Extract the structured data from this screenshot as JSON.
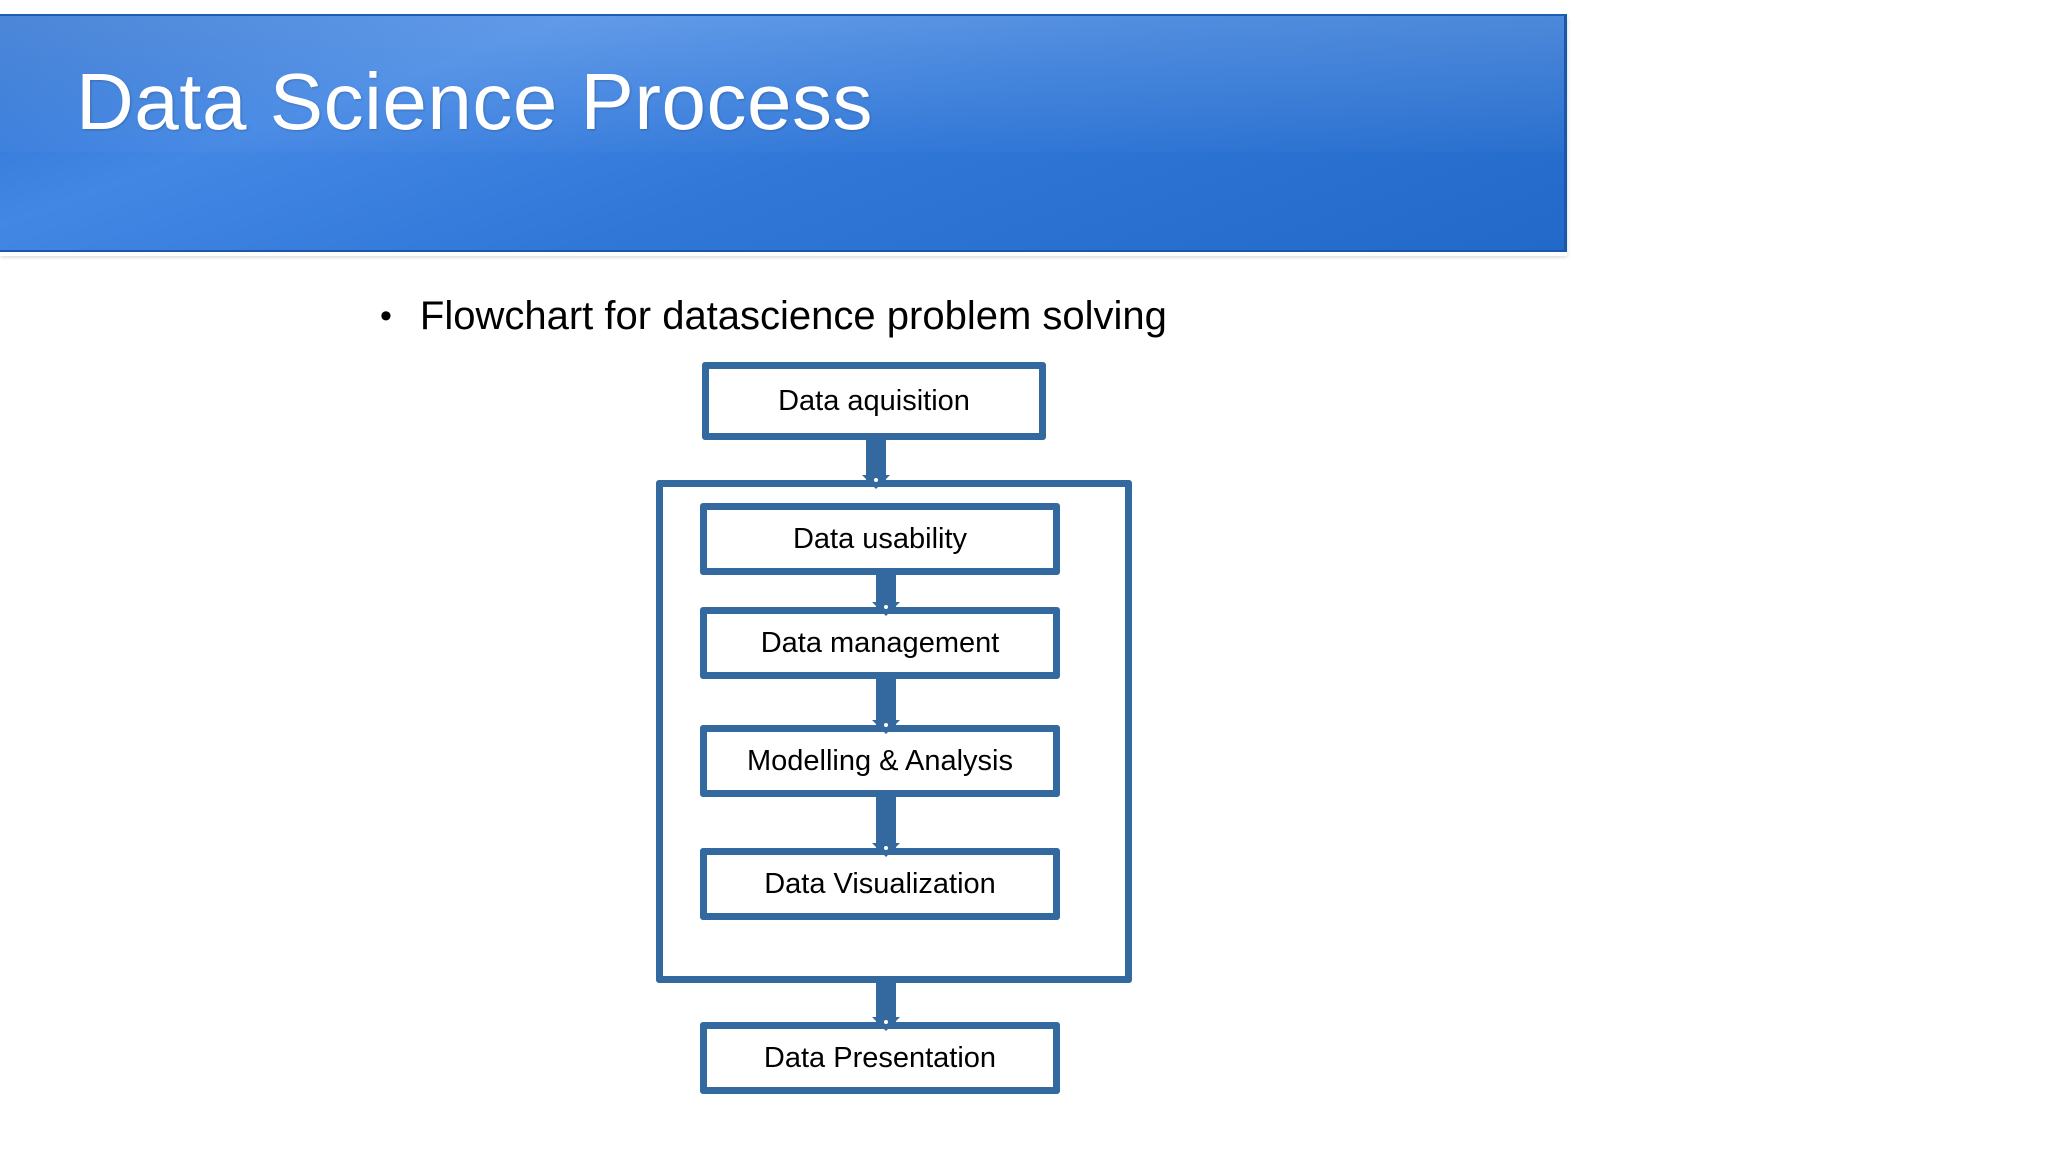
{
  "slide": {
    "title": "Data Science Process",
    "bullet_marker": "•",
    "bullet_text": "Flowchart for datascience problem solving",
    "banner_color": "#2f76d4",
    "banner_text_color": "#ffffff",
    "accent_color": "#33699f",
    "background_color": "#ffffff"
  },
  "flowchart": {
    "nodes": [
      {
        "id": "data-acquisition",
        "label": "Data aquisition"
      },
      {
        "id": "data-usability",
        "label": "Data usability"
      },
      {
        "id": "data-management",
        "label": "Data management"
      },
      {
        "id": "modelling-analysis",
        "label": "Modelling & Analysis"
      },
      {
        "id": "data-visualization",
        "label": "Data Visualization"
      },
      {
        "id": "data-presentation",
        "label": "Data Presentation"
      }
    ],
    "grouped_nodes": [
      "data-usability",
      "data-management",
      "modelling-analysis",
      "data-visualization"
    ],
    "connectors": [
      {
        "from": "data-acquisition",
        "to": "data-usability"
      },
      {
        "from": "data-usability",
        "to": "data-management"
      },
      {
        "from": "data-management",
        "to": "modelling-analysis"
      },
      {
        "from": "modelling-analysis",
        "to": "data-visualization"
      },
      {
        "from": "process-group",
        "to": "data-presentation"
      }
    ]
  }
}
